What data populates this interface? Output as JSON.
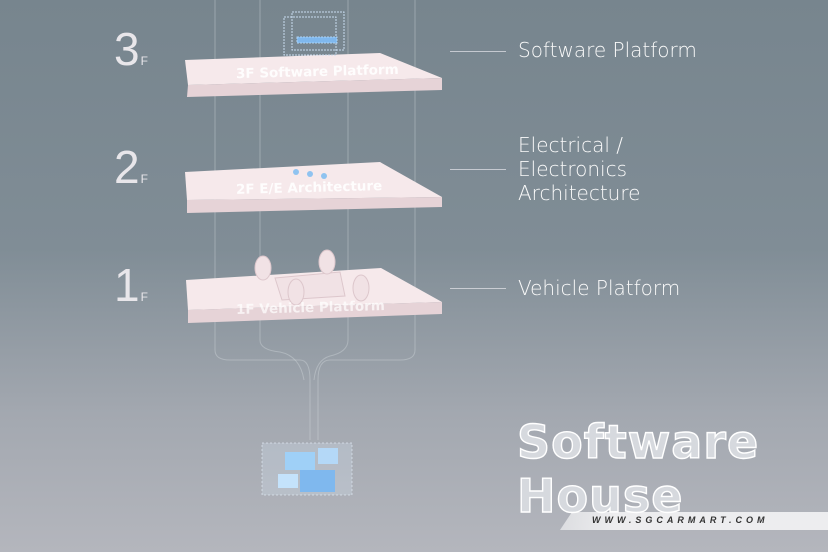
{
  "floors": [
    {
      "num": "3",
      "suffix": "F",
      "platform_label": "3F  Software Platform",
      "side_label": "Software Platform"
    },
    {
      "num": "2",
      "suffix": "F",
      "platform_label": "2F  E/E Architecture",
      "side_label": "Electrical / Electronics Architecture"
    },
    {
      "num": "1",
      "suffix": "F",
      "platform_label": "1F  Vehicle Platform",
      "side_label": "Vehicle Platform"
    }
  ],
  "title_line1": "Software",
  "title_line2": "House",
  "watermark": "WWW.SGCARMART.COM",
  "colors": {
    "platform_top": "#f4e6e8",
    "platform_front": "#e9d6da",
    "accent_blue": "#7fb8ee"
  }
}
